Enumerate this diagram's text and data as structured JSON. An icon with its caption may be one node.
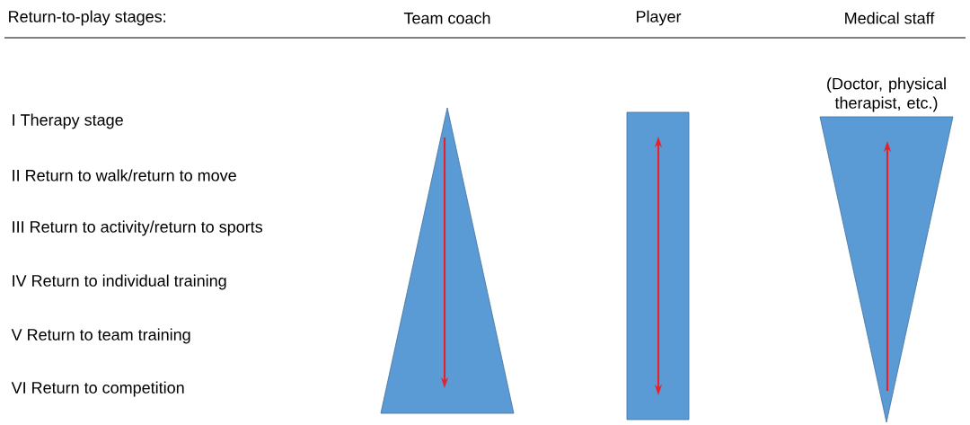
{
  "diagram": {
    "nodes": [
      {
        "text": [],
        "shape": "triangle"
      },
      {
        "text": [],
        "shape": "box"
      },
      {
        "text": [],
        "shape": "triangle",
        "beside": [
          "(Doctor, physical therapist, etc.)"
        ]
      }
    ],
    "labels": [
      "Return-to-play stages:",
      "Team coach",
      "Player",
      "Medical staff",
      "I Therapy stage",
      "II Return to walk/return to move",
      "III Return to activity/return to sports",
      "IV Return to individual training",
      "V Return to team training",
      "VI Return to competition"
    ]
  }
}
